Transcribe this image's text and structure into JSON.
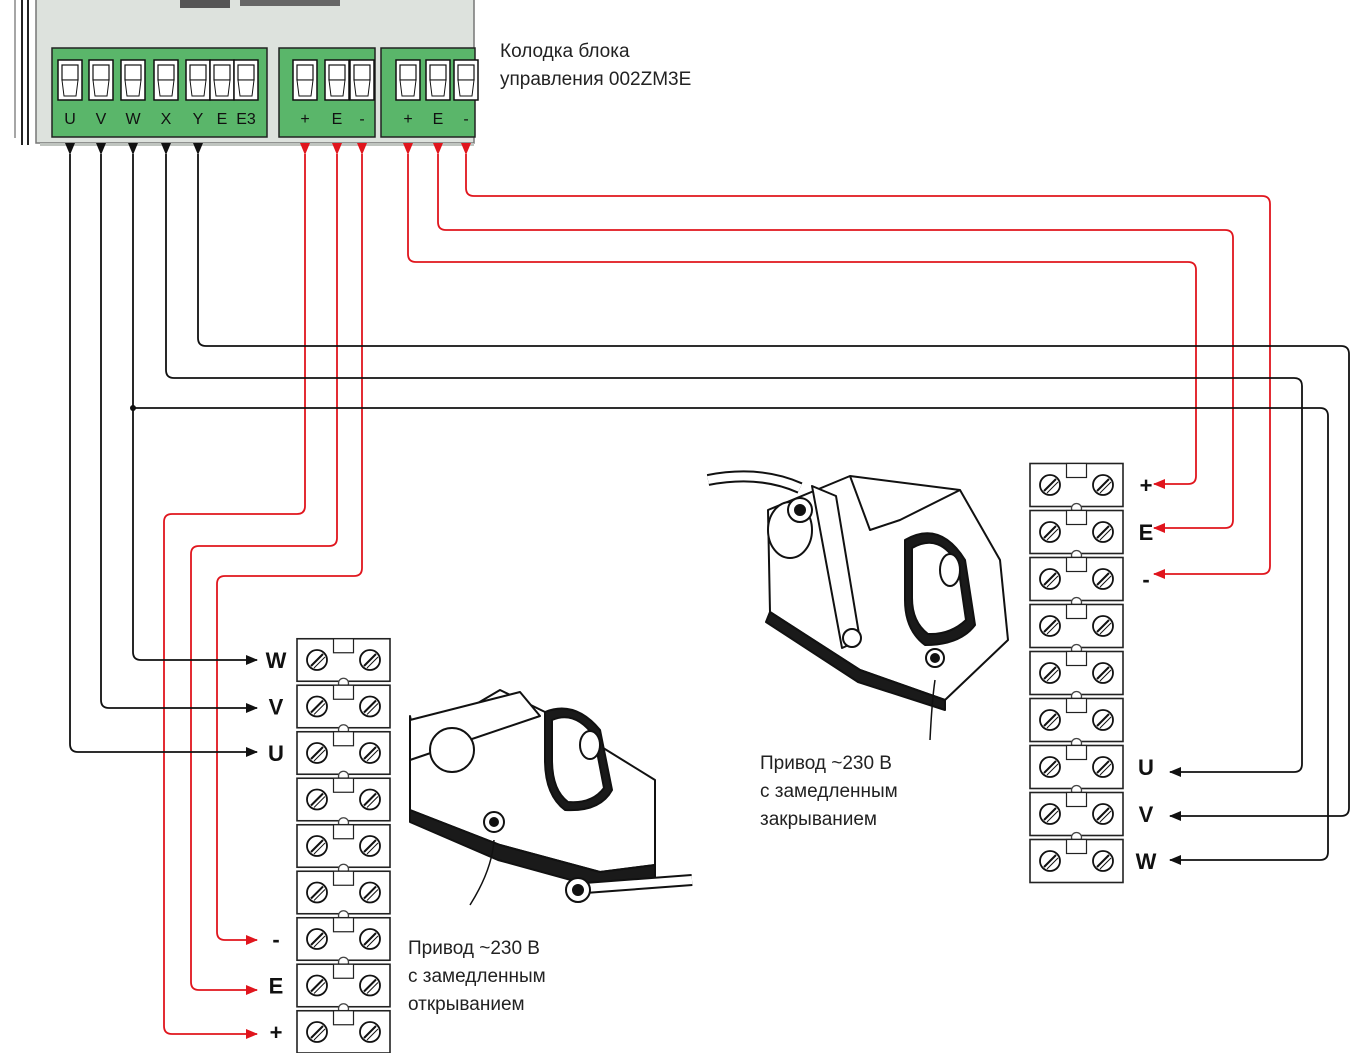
{
  "colors": {
    "power_wire": "#e0151d",
    "motor_wire": "#111111",
    "board_fill": "#dde2dd",
    "terminal_block_fill": "#5ab66a",
    "terminal_outline": "#222222"
  },
  "control_board": {
    "caption_lines": [
      "Колодка блока",
      "управления 002ZM3E"
    ],
    "motor_terminals": [
      "U",
      "V",
      "W",
      "X",
      "Y",
      "E",
      "E3"
    ],
    "power_terminals_1": [
      "+",
      "E",
      "-"
    ],
    "power_terminals_2": [
      "+",
      "E",
      "-"
    ]
  },
  "motor_opening": {
    "caption_lines": [
      "Привод ~230 В",
      "с замедленным",
      "открыванием"
    ],
    "terminal_labels": [
      "W",
      "V",
      "U",
      "",
      "",
      "",
      "-",
      "E",
      "+"
    ]
  },
  "motor_closing": {
    "caption_lines": [
      "Привод ~230 В",
      "с замедленным",
      "закрыванием"
    ],
    "terminal_labels": [
      "+",
      "E",
      "-",
      "",
      "",
      "",
      "U",
      "V",
      "W"
    ]
  },
  "icons": [
    "screw-icon",
    "arrowhead-icon",
    "actuator-housing-icon"
  ]
}
